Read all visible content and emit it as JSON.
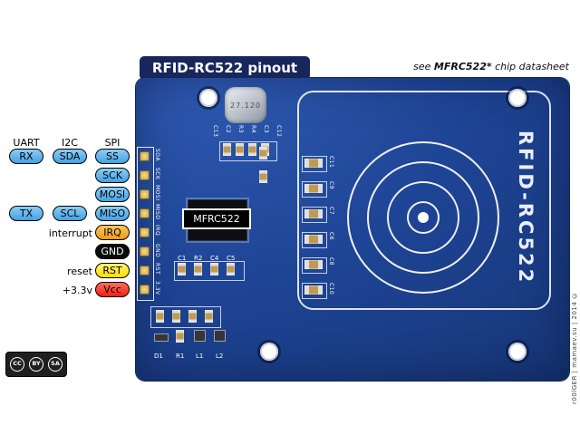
{
  "title": "RFID-RC522 pinout",
  "datasheet_note": {
    "pre": "see ",
    "chip": "MFRC522*",
    "post": " chip datasheet"
  },
  "pin_groups": {
    "uart": "UART",
    "i2c": "I2C",
    "spi": "SPI"
  },
  "pins": {
    "rx": "RX",
    "sda": "SDA",
    "ss": "SS",
    "sck": "SCK",
    "mosi": "MOSI",
    "tx": "TX",
    "scl": "SCL",
    "miso": "MISO",
    "irq": "IRQ",
    "gnd": "GND",
    "rst": "RST",
    "vcc": "Vcc"
  },
  "pin_side_notes": {
    "irq": "interrupt",
    "rst": "reset",
    "vcc": "+3.3v"
  },
  "board": {
    "crystal_value": "27.120",
    "chip_label": "MFRC522",
    "board_name": "RFID-RC522",
    "header_pin_labels": [
      "SDA",
      "SCK",
      "MOSI",
      "MISO",
      "IRQ",
      "GND",
      "RST",
      "3.3V"
    ],
    "silkscreen": {
      "crystal_row": [
        "C13",
        "C2",
        "R3",
        "R4",
        "C3",
        "C12"
      ],
      "under_chip_row": [
        "C1",
        "R2",
        "C4",
        "C5"
      ],
      "cap_column": [
        "C11",
        "C9",
        "C7",
        "C6",
        "C8",
        "C10"
      ],
      "bottom_row": [
        "D1",
        "R1",
        "L1",
        "L2"
      ]
    }
  },
  "watermark": "r00lGER | mamaev.su | 2014 ©",
  "license_badge": {
    "icons": [
      "cc",
      "by",
      "sa"
    ]
  },
  "colors": {
    "board_blue": "#1e4495",
    "title_bg": "#18265c",
    "pill_blue": "#4aa8e8",
    "pill_orange": "#f5a71d",
    "pill_black": "#0a0a0a",
    "pill_yellow": "#ffe60a",
    "pill_red": "#fb2c20",
    "silkscreen_white": "#ffffff"
  }
}
